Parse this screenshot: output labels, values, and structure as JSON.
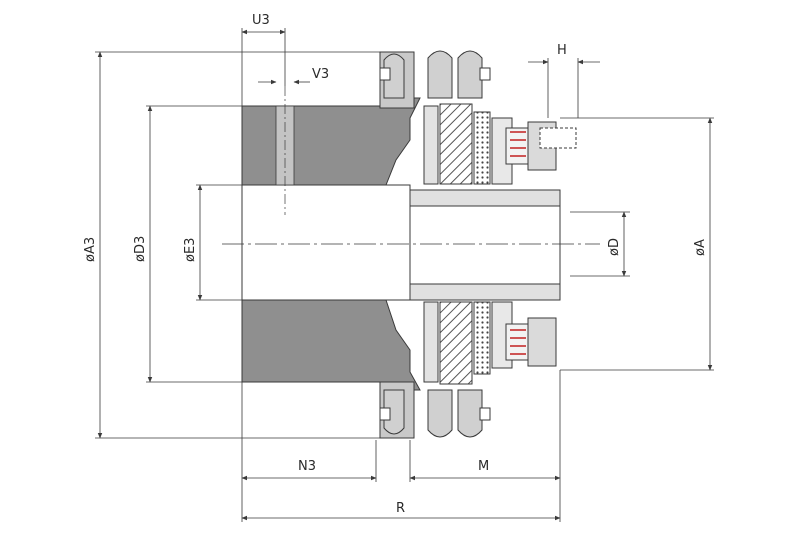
{
  "diagram": {
    "labels": {
      "u3": "U3",
      "v3": "V3",
      "h": "H",
      "a3": "øA3",
      "d3": "øD3",
      "e3": "øE3",
      "d": "øD",
      "a": "øA",
      "n3": "N3",
      "m": "M",
      "r": "R"
    },
    "colors": {
      "hub": "#8f8f8f",
      "hub_light": "#b5b5b5",
      "bore": "#ffffff",
      "line": "#3a3a3a",
      "metal_light": "#d9d9d9"
    }
  }
}
